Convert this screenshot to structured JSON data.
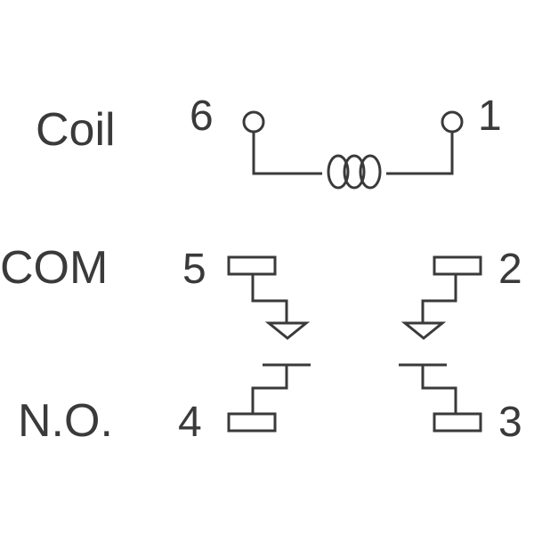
{
  "rows": {
    "coil": "Coil",
    "com": "COM",
    "no": "N.O."
  },
  "pins": {
    "p1": "1",
    "p2": "2",
    "p3": "3",
    "p4": "4",
    "p5": "5",
    "p6": "6"
  },
  "colors": {
    "line": "#3a3a3a",
    "background": "#ffffff"
  }
}
